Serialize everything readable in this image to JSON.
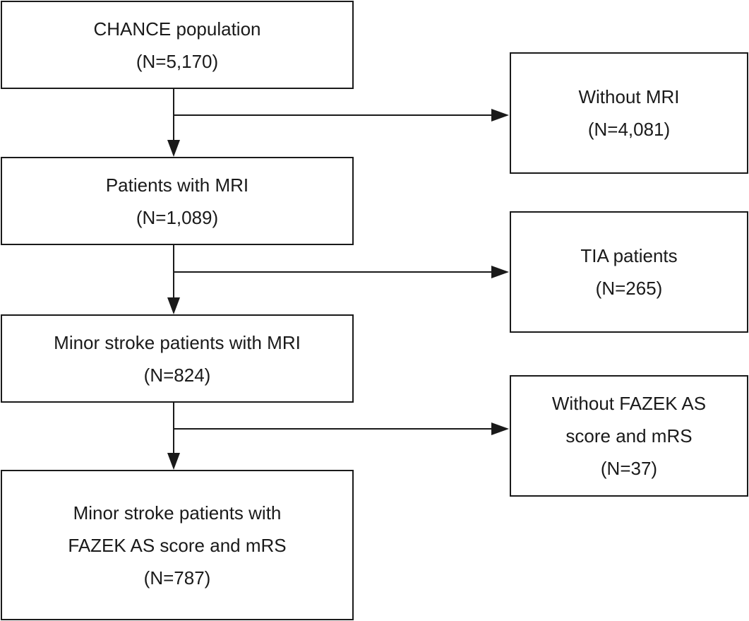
{
  "main_flow": [
    {
      "lines": [
        "CHANCE population",
        "(N=5,170)"
      ]
    },
    {
      "lines": [
        "Patients with MRI",
        "(N=1,089)"
      ]
    },
    {
      "lines": [
        "Minor stroke patients with MRI",
        "(N=824)"
      ]
    },
    {
      "lines": [
        "Minor stroke patients with",
        "FAZEK AS score and mRS",
        "(N=787)"
      ]
    }
  ],
  "exclusions": [
    {
      "lines": [
        "Without MRI",
        "(N=4,081)"
      ]
    },
    {
      "lines": [
        "TIA patients",
        "(N=265)"
      ]
    },
    {
      "lines": [
        "Without FAZEK AS",
        "score and mRS",
        "(N=37)"
      ]
    }
  ]
}
